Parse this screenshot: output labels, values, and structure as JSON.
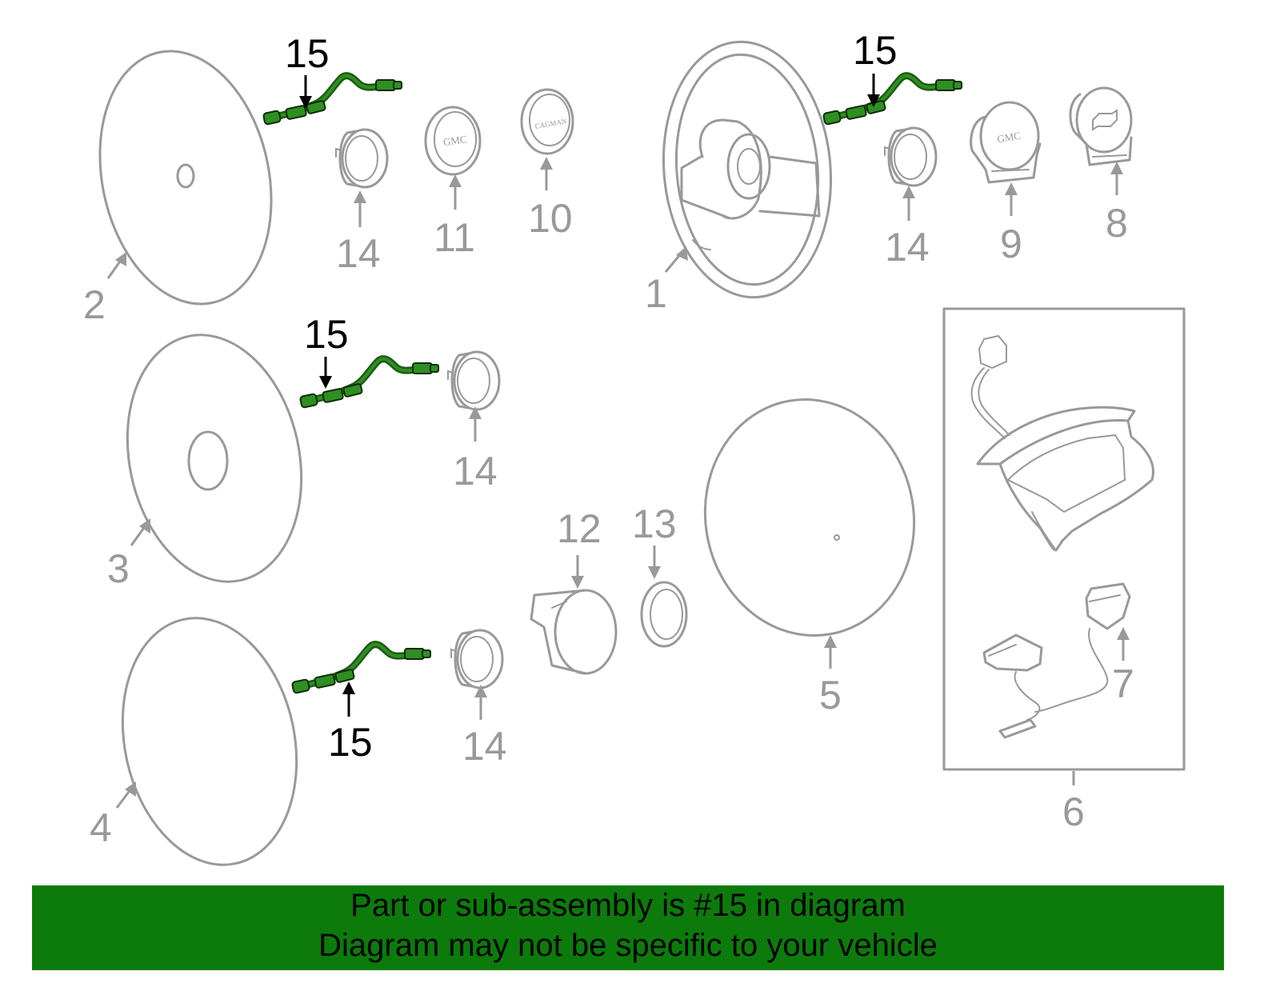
{
  "callouts": {
    "c1": "1",
    "c2": "2",
    "c3": "3",
    "c4": "4",
    "c5": "5",
    "c6": "6",
    "c7": "7",
    "c8": "8",
    "c9": "9",
    "c10": "10",
    "c11": "11",
    "c12": "12",
    "c13": "13",
    "c14": "14",
    "c15": "15"
  },
  "logos": {
    "gmc": "GMC",
    "cagman": "CAGMAN"
  },
  "banner": {
    "line1": "Part or sub-assembly is #15 in diagram",
    "line2": "Diagram may not be specific to your vehicle",
    "color": "#0c7b0c"
  },
  "colors": {
    "part": "#999999",
    "highlight": "#2e8f22",
    "highlight_label": "#000000"
  }
}
